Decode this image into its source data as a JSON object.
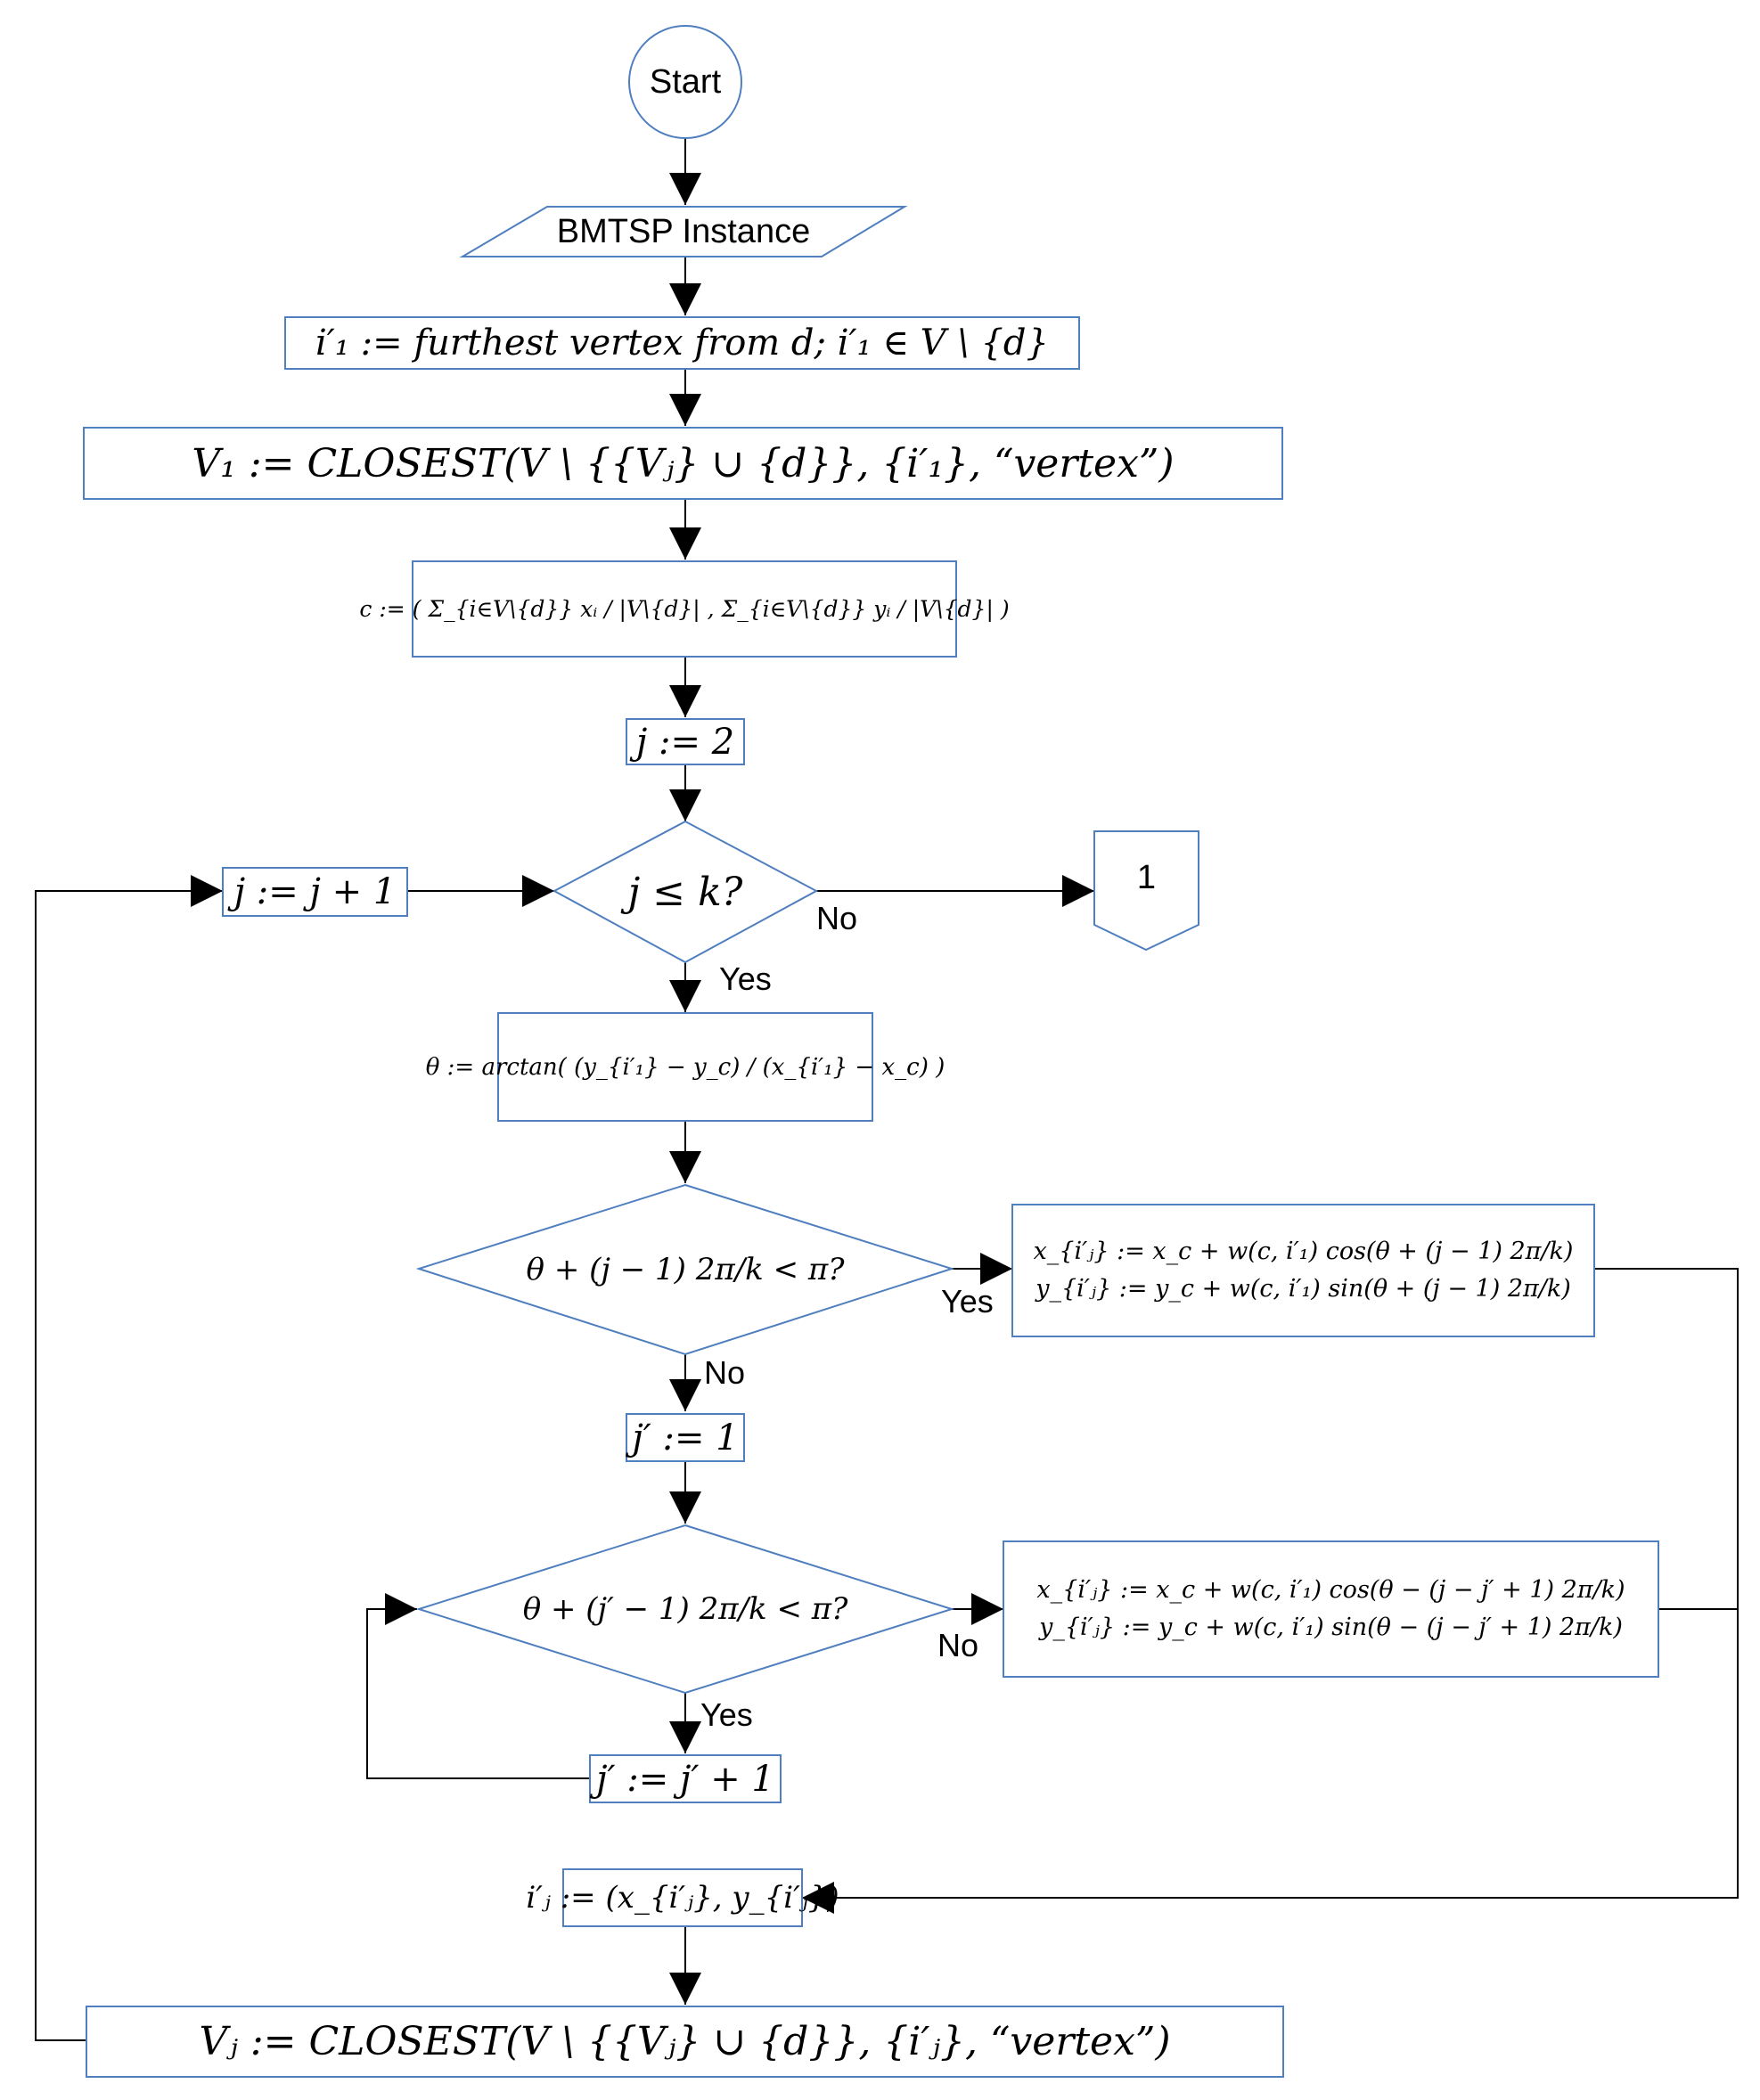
{
  "nodes": {
    "start": "Start",
    "input": "BMTSP Instance",
    "step_furthest": "i′₁ := furthest vertex from d;    i′₁ ∈ V \\ {d}",
    "step_v1": "V₁ := CLOSEST(V \\ {{Vⱼ} ∪ {d}}, {i′₁}, “vertex”)",
    "step_centroid": "c := ( Σ_{i∈V\\{d}} xᵢ / |V\\{d}| , Σ_{i∈V\\{d}} yᵢ / |V\\{d}| )",
    "step_j_init": "j := 2",
    "decision_j": "j ≤ k?",
    "step_j_incr": "j := j + 1",
    "connector": "1",
    "step_theta": "θ := arctan( (y_{i′₁} − y_c) / (x_{i′₁} − x_c) )",
    "decision_theta": "θ + (j − 1) 2π/k < π?",
    "step_coord_yes_x": "x_{i′ⱼ} := x_c + w(c, i′₁) cos(θ + (j − 1) 2π/k)",
    "step_coord_yes_y": "y_{i′ⱼ} := y_c + w(c, i′₁) sin(θ + (j − 1) 2π/k)",
    "step_jp_init": "j′ := 1",
    "decision_jp": "θ + (j′ − 1) 2π/k < π?",
    "step_coord_no_x": "x_{i′ⱼ} := x_c + w(c, i′₁) cos(θ − (j − j′ + 1) 2π/k)",
    "step_coord_no_y": "y_{i′ⱼ} := y_c + w(c, i′₁) sin(θ − (j − j′ + 1) 2π/k)",
    "step_jp_incr": "j′ := j′ + 1",
    "step_assign": "i′ⱼ := (x_{i′ⱼ}, y_{i′ⱼ})",
    "step_vj": "Vⱼ := CLOSEST(V \\ {{Vⱼ} ∪ {d}}, {i′ⱼ}, “vertex”)"
  },
  "branches": {
    "j_no": "No",
    "j_yes": "Yes",
    "theta_yes": "Yes",
    "theta_no": "No",
    "jp_no": "No",
    "jp_yes": "Yes"
  },
  "colors": {
    "shape_stroke": "#4f7fbf",
    "line": "#000000"
  }
}
